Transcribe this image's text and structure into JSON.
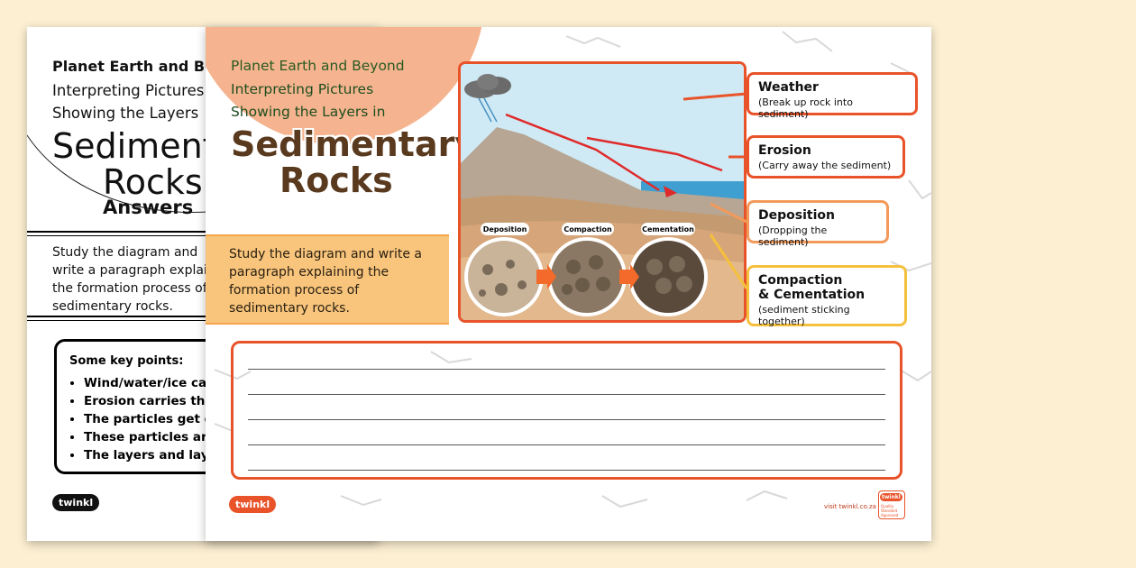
{
  "back": {
    "title1": "Planet Earth and Be",
    "title2": "Interpreting Pictures",
    "title3": "Showing the Layers",
    "big1": "Sedimenta",
    "big2": "Rocks",
    "answers": "Answers",
    "paragraph": "Study the diagram and write a paragraph explaini the formation process of sedimentary rocks.",
    "key_title": "Some key points:",
    "key_points": [
      "Wind/water/ice cau",
      "Erosion carries the",
      "The particles get de",
      "These particles are",
      "The layers and laye"
    ],
    "logo": "twinkl"
  },
  "front": {
    "header1": "Planet Earth and Beyond",
    "header2": "Interpreting Pictures",
    "header3": "Showing the Layers in",
    "big1": "Sedimentary",
    "big2": "Rocks",
    "study": "Study the diagram and write a paragraph explaining the formation process of sedimentary rocks.",
    "circles": [
      "Deposition",
      "Compaction",
      "Cementation"
    ],
    "labels": {
      "weather": {
        "title": "Weather",
        "sub": "(Break up rock into sediment)"
      },
      "erosion": {
        "title": "Erosion",
        "sub": "(Carry away the sediment)"
      },
      "deposition": {
        "title": "Deposition",
        "sub": "(Dropping the sediment)"
      },
      "compaction": {
        "title1": "Compaction",
        "title2": "& Cementation",
        "sub": "(sediment sticking together)"
      }
    },
    "logo": "twinkl",
    "visit": "visit twinkl.co.za",
    "badge_logo": "twinkl",
    "badge_text": "Quality Standard Approved"
  },
  "colors": {
    "background": "#fcefd2",
    "peach": "#f5b48f",
    "orange": "#e8532a",
    "yellow_box": "#f9c57c",
    "brown_title": "#5a3a1e"
  }
}
